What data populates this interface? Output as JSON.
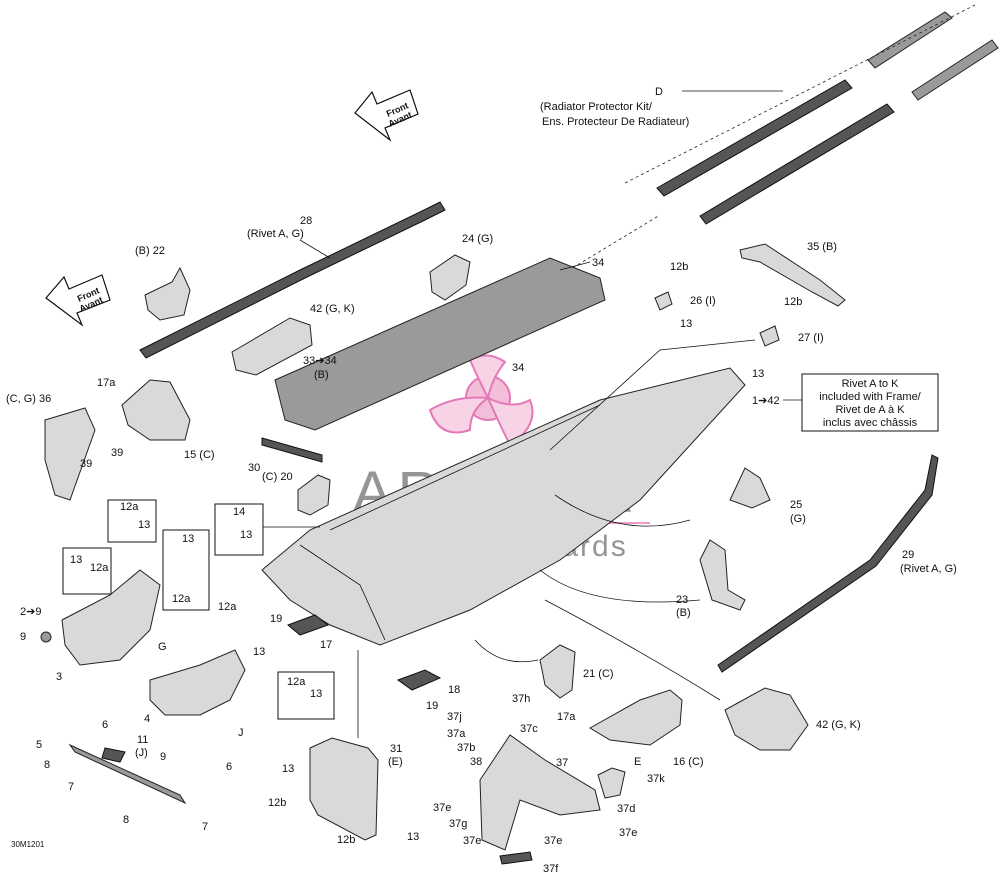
{
  "diagram_id": "30M1201",
  "watermark": {
    "brand": "ARMADA",
    "tagline": "marine outboards",
    "accent": "#e26bb0",
    "text_color": "#8a8a8a"
  },
  "direction_arrows": [
    {
      "line1": "Front",
      "line2": "Avant"
    },
    {
      "line1": "Front",
      "line2": "Avant"
    }
  ],
  "notes": {
    "radiator_kit": {
      "id": "D",
      "line1": "(Radiator Protector Kit/",
      "line2": "Ens. Protecteur De Radiateur)"
    },
    "rivet_box": {
      "line1": "Rivet A to K",
      "line2": "included with Frame/",
      "line3": "Rivet de A à K",
      "line4": "inclus avec châssis"
    }
  },
  "labels": {
    "l28": "28",
    "l28b": "(Rivet A, G)",
    "l22": "(B) 22",
    "l24": "24 (G)",
    "l34a": "34",
    "l34b": "34",
    "l12b_1": "12b",
    "l26": "26 (I)",
    "l13_1": "13",
    "l35": "35 (B)",
    "l12b_2": "12b",
    "l27": "27 (I)",
    "l13_2": "13",
    "l42_top": "42 (G, K)",
    "l33": "33➔34",
    "l33b": "(B)",
    "l36": "(C, G) 36",
    "l17a_1": "17a",
    "l15": "15 (C)",
    "l39a": "39",
    "l39b": "39",
    "l1_42": "1➔42",
    "l30": "30",
    "l20": "(C) 20",
    "l14": "14",
    "l13_3": "13",
    "l12a_1": "12a",
    "l13_4": "13",
    "l13_5": "13",
    "l12a_2": "12a",
    "l13_6": "13",
    "l12a_3": "12a",
    "l12a_4": "12a",
    "l2_9": "2➔9",
    "l9a": "9",
    "l3": "3",
    "lG": "G",
    "l13_7": "13",
    "l19a": "19",
    "l17": "17",
    "l25": "25",
    "l25b": "(G)",
    "l23": "23",
    "l23b": "(B)",
    "l29": "29",
    "l29b": "(Rivet A, G)",
    "l21": "21 (C)",
    "l18": "18",
    "l19b": "19",
    "l12a_5": "12a",
    "l13_8": "13",
    "l6a": "6",
    "l6b": "6",
    "l4": "4",
    "lJ": "J",
    "l5": "5",
    "l11": "11",
    "lJb": "(J)",
    "l9b": "9",
    "l8a": "8",
    "l7a": "7",
    "l8b": "8",
    "l7b": "7",
    "l31": "31",
    "l31b": "(E)",
    "l13_9": "13",
    "l12b_3": "12b",
    "l12b_4": "12b",
    "l13_10": "13",
    "l37h": "37h",
    "l37j": "37j",
    "l37c": "37c",
    "l37a": "37a",
    "l37b": "37b",
    "l37": "37",
    "l38": "38",
    "l17a_2": "17a",
    "l16": "16 (C)",
    "lE": "E",
    "l37k": "37k",
    "l37e_1": "37e",
    "l37g": "37g",
    "l37e_2": "37e",
    "l37e_3": "37e",
    "l37d": "37d",
    "l37e_4": "37e",
    "l37f": "37f",
    "l42_bot": "42 (G, K)"
  }
}
